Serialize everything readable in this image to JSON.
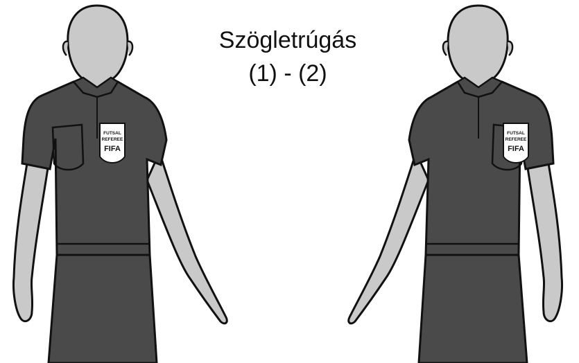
{
  "caption": {
    "title": "Szögletrúgás",
    "subtitle": "(1) - (2)"
  },
  "figures": [
    {
      "badge": {
        "line1": "FUTSAL",
        "line2": "REFEREE",
        "line3": "FIFA"
      }
    },
    {
      "badge": {
        "line1": "FUTSAL",
        "line2": "REFEREE",
        "line3": "FIFA"
      }
    }
  ],
  "colors": {
    "skin": "#c9c9c9",
    "shirt": "#4a4a4a",
    "outline": "#111111",
    "background": "#ffffff"
  }
}
